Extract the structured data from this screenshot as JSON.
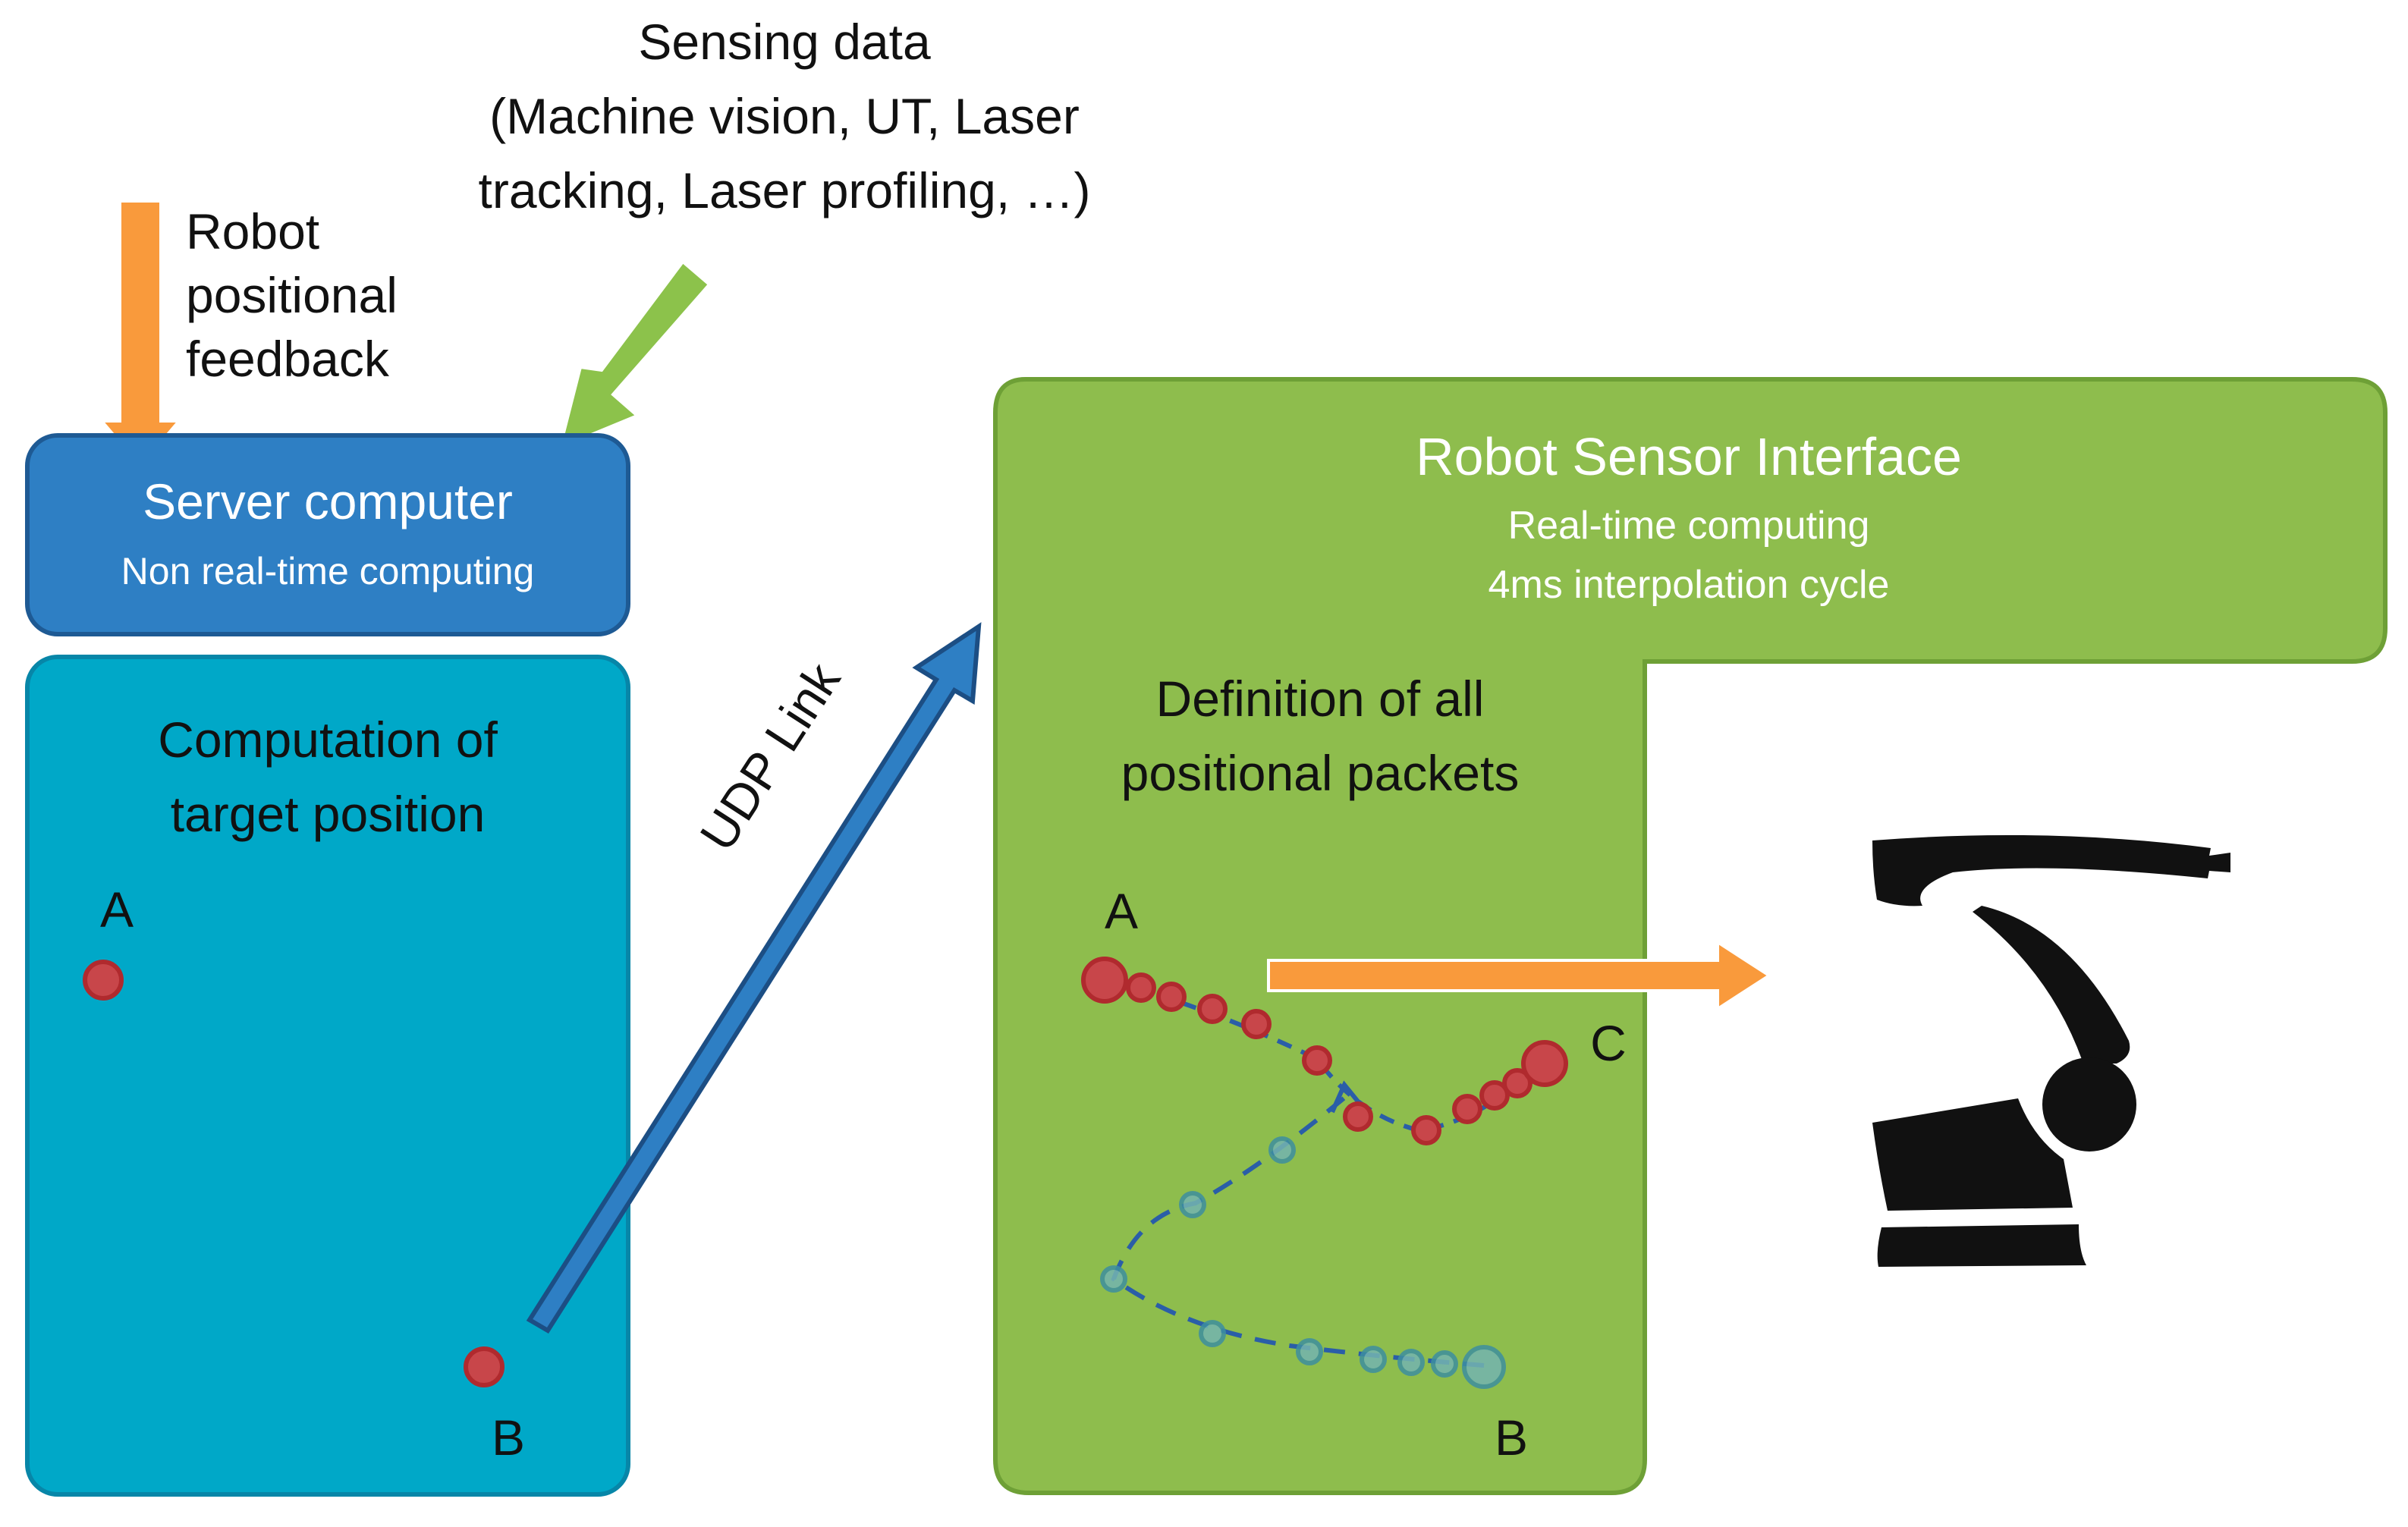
{
  "sensing_data": {
    "line1": "Sensing data",
    "line2": "(Machine vision, UT, Laser",
    "line3": "tracking, Laser profiling, …)"
  },
  "robot_feedback": {
    "line1": "Robot",
    "line2": "positional",
    "line3": "feedback"
  },
  "server_computer": {
    "title": "Server computer",
    "subtitle": "Non real-time computing"
  },
  "computation_box": {
    "line1": "Computation of",
    "line2": "target position",
    "point_a_label": "A",
    "point_b_label": "B"
  },
  "udp_link": {
    "label": "UDP Link"
  },
  "rsi": {
    "title": "Robot Sensor Interface",
    "subtitle1": "Real-time computing",
    "subtitle2": "4ms interpolation cycle",
    "definition_line1": "Definition of all",
    "definition_line2": "positional packets",
    "point_a_label": "A",
    "point_b_label": "B",
    "point_c_label": "C"
  },
  "colors": {
    "server_blue": "#2e7fc4",
    "computation_teal": "#00a8c8",
    "rsi_green": "#8ebd4d",
    "feedback_orange": "#f99a3c",
    "sensing_green": "#8cc24b",
    "udp_arrow_blue": "#2e7fc4",
    "point_red": "#c8464a",
    "path_blue": "#2a5ea8"
  },
  "icons": {
    "robot": "industrial-robot-arm-icon"
  }
}
